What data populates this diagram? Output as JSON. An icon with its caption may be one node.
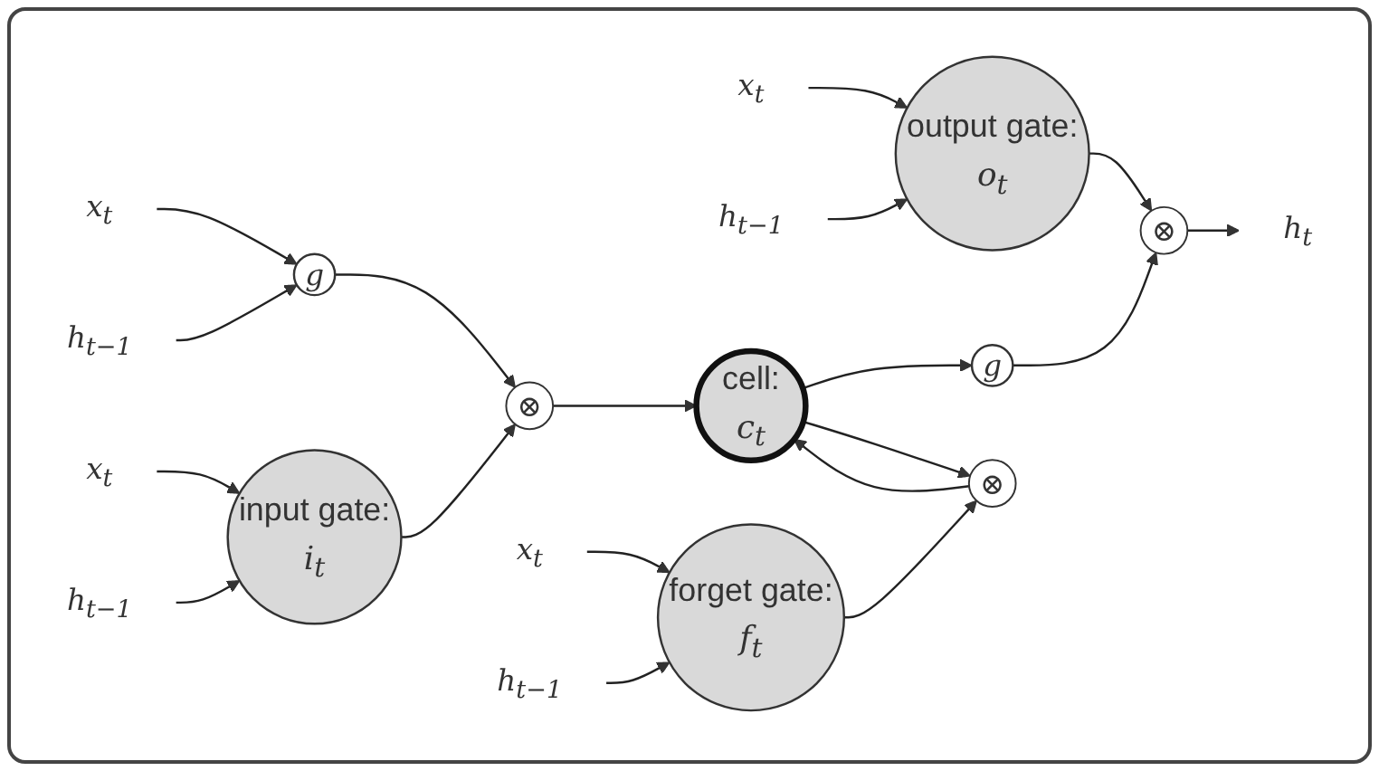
{
  "diagram": {
    "nodes": [
      {
        "text": [
          "x$_{t}$"
        ]
      },
      {
        "text": [
          "h$_{t−1}$"
        ]
      },
      {
        "text": [
          "input gate:",
          "i$_{t}$"
        ]
      },
      {
        "text": [
          "x$_{t}$"
        ]
      },
      {
        "text": [
          "h$_{t−1}$"
        ]
      },
      {
        "text": [
          "output gate:",
          "o$_{t}$"
        ]
      },
      {
        "text": [
          "x$_{t}$"
        ]
      },
      {
        "text": [
          "h$_{t−1}$"
        ]
      },
      {
        "text": [
          "g"
        ]
      },
      {
        "text": [
          "⊗"
        ]
      },
      {
        "text": [
          "cell:",
          "c$_{t}$"
        ]
      },
      {
        "text": [
          "g"
        ]
      },
      {
        "text": [
          "⊗"
        ]
      },
      {
        "text": [
          "h$_{t}$"
        ]
      },
      {
        "text": [
          "⊗"
        ]
      },
      {
        "text": [
          "forget gate:",
          "f$_{t}$"
        ]
      },
      {
        "text": [
          "x$_{t}$"
        ]
      },
      {
        "text": [
          "h$_{t−1}$"
        ]
      }
    ],
    "edges": [
      {
        "from": 0,
        "to": 2,
        "arrow": "to"
      },
      {
        "from": 1,
        "to": 2,
        "arrow": "to"
      },
      {
        "from": 3,
        "to": 5,
        "arrow": "to"
      },
      {
        "from": 4,
        "to": 5,
        "arrow": "to"
      },
      {
        "from": 6,
        "to": 8,
        "arrow": "to"
      },
      {
        "from": 7,
        "to": 8,
        "arrow": "to"
      },
      {
        "from": 8,
        "to": 9,
        "arrow": "to"
      },
      {
        "from": 2,
        "to": 9,
        "arrow": "to"
      },
      {
        "from": 9,
        "to": 10,
        "arrow": "to"
      },
      {
        "from": 10,
        "to": 11,
        "arrow": "to"
      },
      {
        "from": 11,
        "to": 12,
        "arrow": "to"
      },
      {
        "from": 5,
        "to": 12,
        "arrow": "to"
      },
      {
        "from": 12,
        "to": 13,
        "arrow": "to"
      },
      {
        "from": 10,
        "to": 14,
        "arrow": "to"
      },
      {
        "from": 14,
        "to": 10,
        "arrow": "to"
      },
      {
        "from": 15,
        "to": 14,
        "arrow": "to"
      },
      {
        "from": 16,
        "to": 15,
        "arrow": "to"
      },
      {
        "from": 17,
        "to": 15,
        "arrow": "to"
      }
    ]
  }
}
